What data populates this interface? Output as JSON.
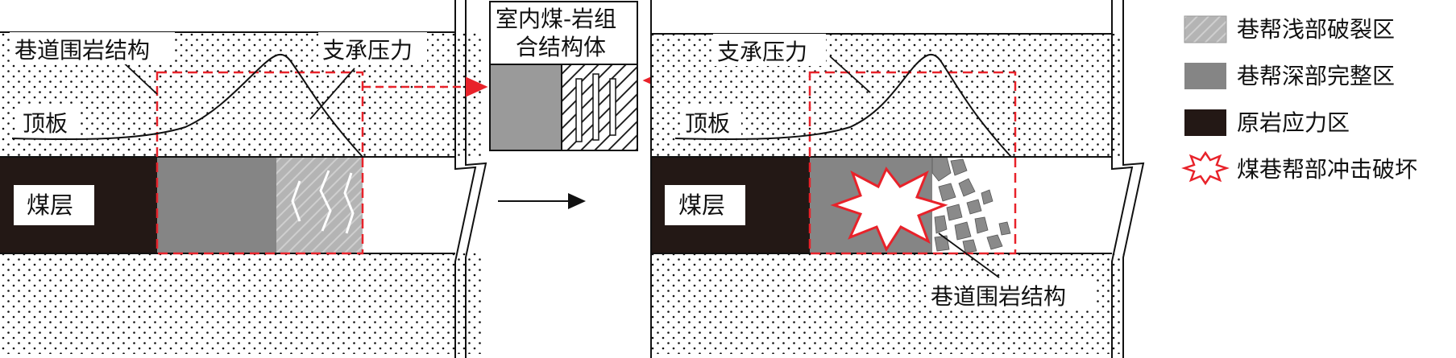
{
  "left_panel": {
    "structure_label": "巷道围岩结构",
    "pressure_label": "支承压力",
    "roof_label": "顶板",
    "coal_label": "煤层"
  },
  "center_box": {
    "title_line1": "室内煤-岩组",
    "title_line2": "合结构体"
  },
  "right_panel": {
    "pressure_label": "支承压力",
    "roof_label": "顶板",
    "coal_label": "煤层",
    "structure_label": "巷道围岩结构"
  },
  "legend": {
    "items": [
      {
        "label": "巷帮浅部破裂区",
        "icon": "hatched-light-gray-swatch"
      },
      {
        "label": "巷帮深部完整区",
        "icon": "medium-gray-swatch"
      },
      {
        "label": "原岩应力区",
        "icon": "black-swatch"
      },
      {
        "label": "煤巷帮部冲击破坏",
        "icon": "red-burst-star"
      }
    ]
  },
  "colors": {
    "accent_red": "#e8222a",
    "coal_black": "#231815",
    "deep_gray": "#858585",
    "shallow_gray": "#b4b4b4"
  }
}
